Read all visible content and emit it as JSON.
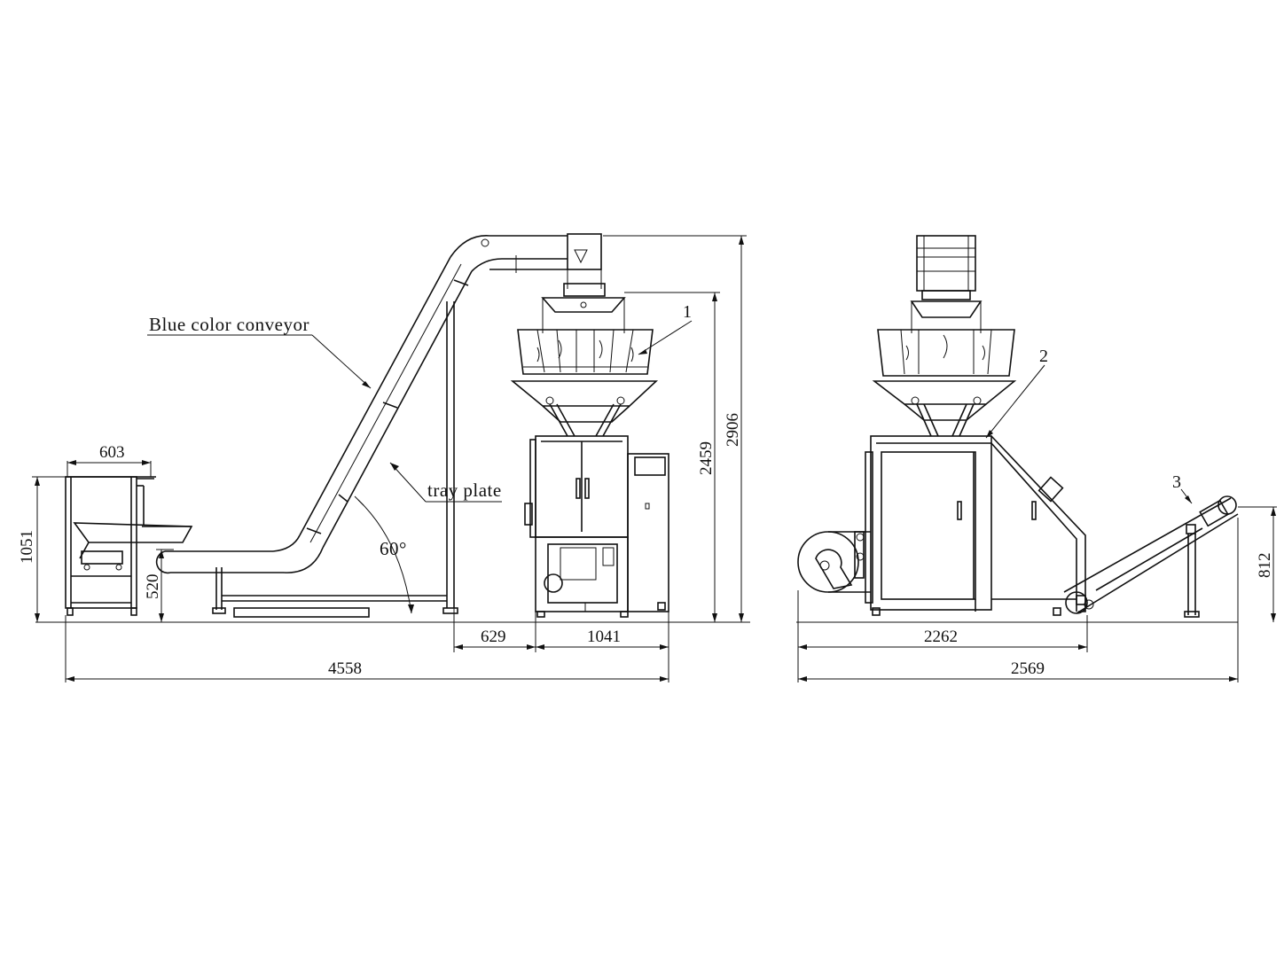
{
  "labels": {
    "blue_conveyor": "Blue color conveyor",
    "tray_plate": "tray plate",
    "angle": "60°",
    "callout_1": "1",
    "callout_2": "2",
    "callout_3": "3"
  },
  "dimensions": {
    "table_width": "603",
    "table_height": "1051",
    "tray_height": "520",
    "offset": "629",
    "machine_width": "1041",
    "total_length": "4558",
    "weigher_height": "2459",
    "total_height": "2906",
    "side_width": "2262",
    "side_total": "2569",
    "output_conveyor_height": "812"
  }
}
